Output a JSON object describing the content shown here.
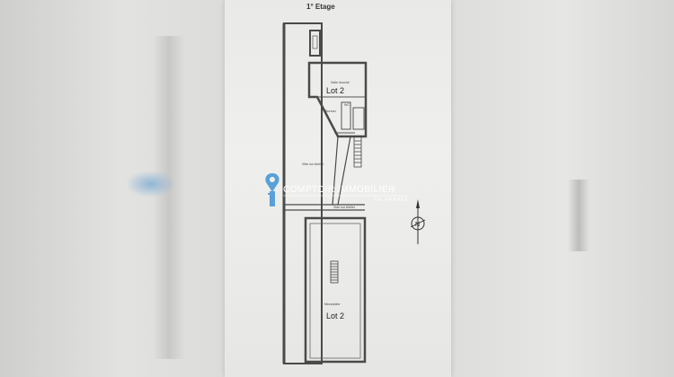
{
  "plan": {
    "title": "1° Etage",
    "rooms": {
      "salle_douche": "Salle douche",
      "lot_upper": "Lot 2",
      "bureau": "Bureau",
      "wc": "WC",
      "vide_atelier_1": "Vide sur Atelier",
      "vide_atelier_2": "Vide sur Atelier",
      "mezzanine": "Mezzanine",
      "lot_lower": "Lot 2"
    },
    "compass_letter": "N"
  },
  "watermark": {
    "brand": "COMPTOIR IMMOBILIER",
    "sub": "DE FRANCE",
    "color": "#5aa0d8"
  },
  "colors": {
    "wall": "#4a4a4a",
    "paper": "#ececea"
  }
}
